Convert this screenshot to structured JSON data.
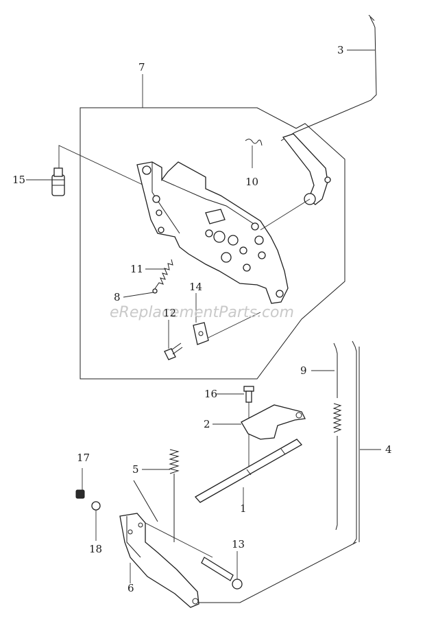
{
  "diagram": {
    "watermark": "eReplacementParts.com",
    "callouts": [
      {
        "id": "c1",
        "text": "1"
      },
      {
        "id": "c2",
        "text": "2"
      },
      {
        "id": "c3",
        "text": "3"
      },
      {
        "id": "c4",
        "text": "4"
      },
      {
        "id": "c5",
        "text": "5"
      },
      {
        "id": "c6",
        "text": "6"
      },
      {
        "id": "c7",
        "text": "7"
      },
      {
        "id": "c8",
        "text": "8"
      },
      {
        "id": "c9",
        "text": "9"
      },
      {
        "id": "c10",
        "text": "10"
      },
      {
        "id": "c11",
        "text": "11"
      },
      {
        "id": "c12",
        "text": "12"
      },
      {
        "id": "c13",
        "text": "13"
      },
      {
        "id": "c14",
        "text": "14"
      },
      {
        "id": "c15",
        "text": "15"
      },
      {
        "id": "c16",
        "text": "16"
      },
      {
        "id": "c17",
        "text": "17"
      },
      {
        "id": "c18",
        "text": "18"
      }
    ]
  }
}
